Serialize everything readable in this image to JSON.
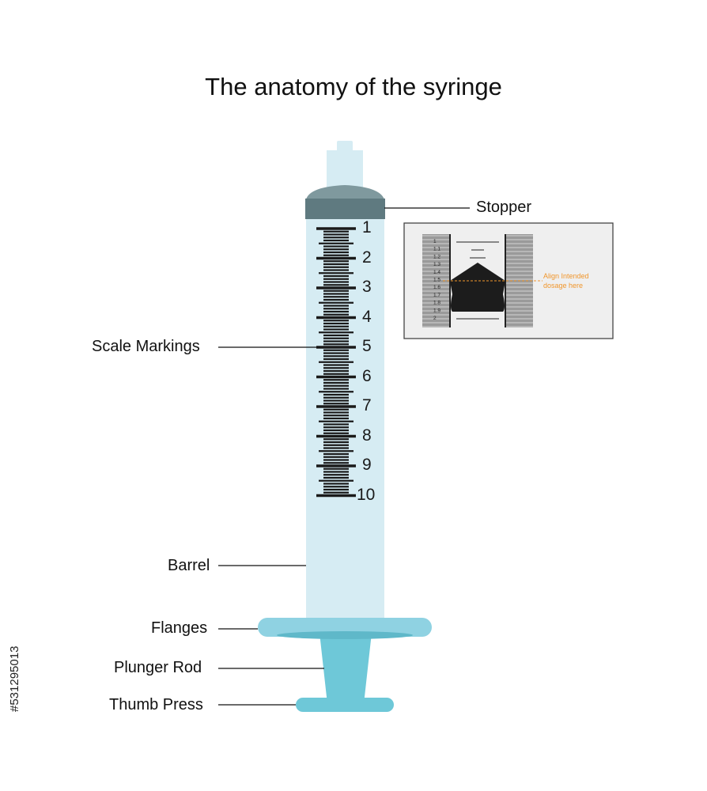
{
  "title": "The anatomy of the syringe",
  "labels": {
    "stopper": "Stopper",
    "scale_markings": "Scale Markings",
    "barrel": "Barrel",
    "flanges": "Flanges",
    "plunger_rod": "Plunger Rod",
    "thumb_press": "Thumb Press"
  },
  "scale_numbers": [
    "1",
    "2",
    "3",
    "4",
    "5",
    "6",
    "7",
    "8",
    "9",
    "10"
  ],
  "inset": {
    "scale": [
      "1",
      "1.1",
      "1.2",
      "1.3",
      "1.4",
      "1.5",
      "1.6",
      "1.7",
      "1.8",
      "1.9",
      "2"
    ],
    "note_line1": "Align Intended",
    "note_line2": "dosage here"
  },
  "watermark_id": "#531295013",
  "colors": {
    "barrel": "#d6ecf3",
    "stopper": "#5f7a80",
    "stopper_top": "#7f999e",
    "flange": "#8fd2e2",
    "plunger": "#6ec8d8",
    "note": "#f0962c"
  }
}
